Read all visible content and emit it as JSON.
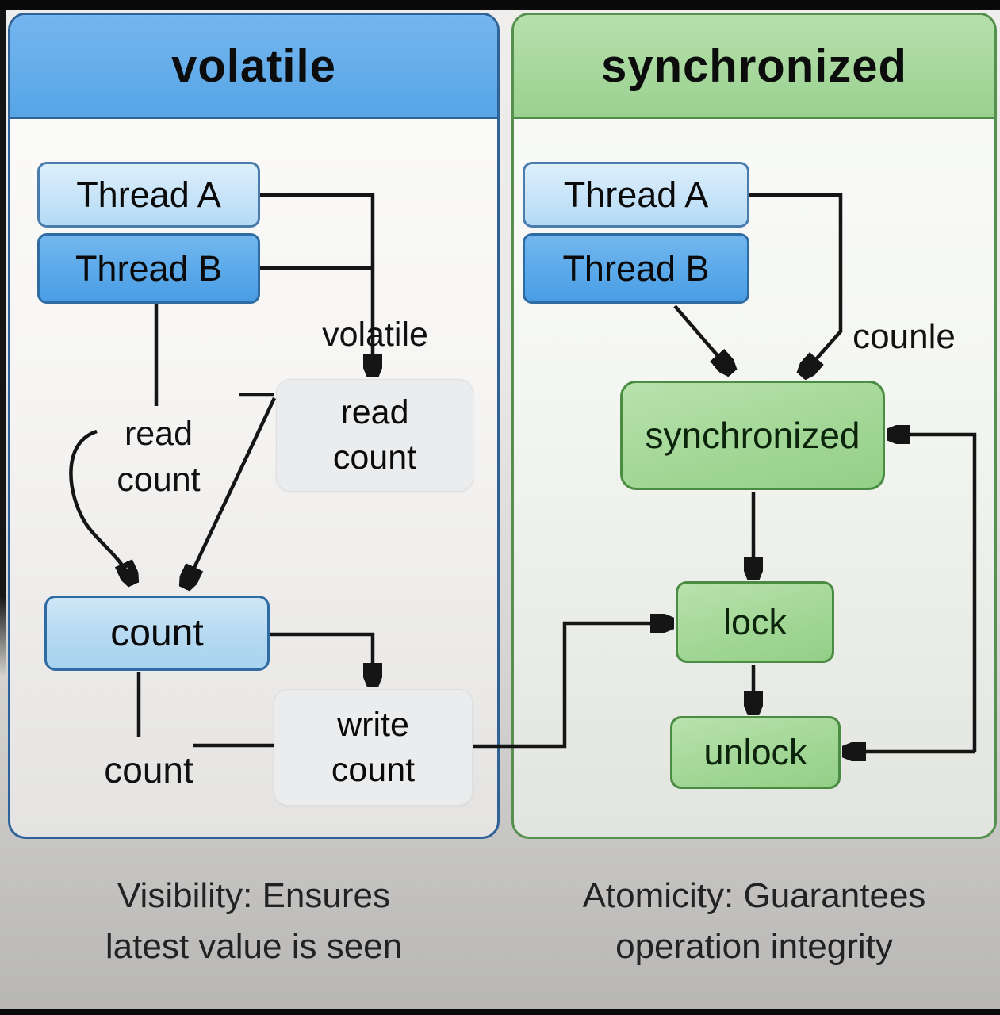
{
  "left_panel": {
    "title": "volatile",
    "thread_a": "Thread A",
    "thread_b": "Thread B",
    "volatile_label": "volatile",
    "read_count_box": {
      "line1": "read",
      "line2": "count"
    },
    "read_count_label": {
      "line1": "read",
      "line2": "count"
    },
    "count_box": "count",
    "count_label": "count",
    "write_count_box": {
      "line1": "write",
      "line2": "count"
    },
    "caption_line1": "Visibility: Ensures",
    "caption_line2": "latest value is seen"
  },
  "right_panel": {
    "title": "synchronized",
    "thread_a": "Thread A",
    "thread_b": "Thread B",
    "counle_label": "counle",
    "synchronized_box": "synchronized",
    "lock_box": "lock",
    "unlock_box": "unlock",
    "caption_line1": "Atomicity: Guarantees",
    "caption_line2": "operation integrity"
  },
  "connections": {
    "left": [
      "Thread A -> volatile -> read count box",
      "Thread B -> volatile -> read count box",
      "read count label -> count",
      "read count box -> count",
      "count -> write count box",
      "count label - write count box",
      "write count box -> lock (right panel)"
    ],
    "right": [
      "Thread A -> synchronized",
      "Thread B -> synchronized",
      "loop -> synchronized",
      "synchronized -> lock",
      "lock -> unlock",
      "loop -> unlock"
    ]
  },
  "colors": {
    "letterbox": "#0a0a0a",
    "left_header": "#57a5e6",
    "left_border": "#2f6398",
    "right_header": "#9ad190",
    "right_border": "#4f8c49",
    "thread_a_fill": "#cfe7fa",
    "thread_b_fill": "#5aaae8",
    "count_fill": "#aed5f0",
    "neutral_box_fill": "#ebeced",
    "green_box_fill": "#a5d89a",
    "wire": "#151515"
  }
}
